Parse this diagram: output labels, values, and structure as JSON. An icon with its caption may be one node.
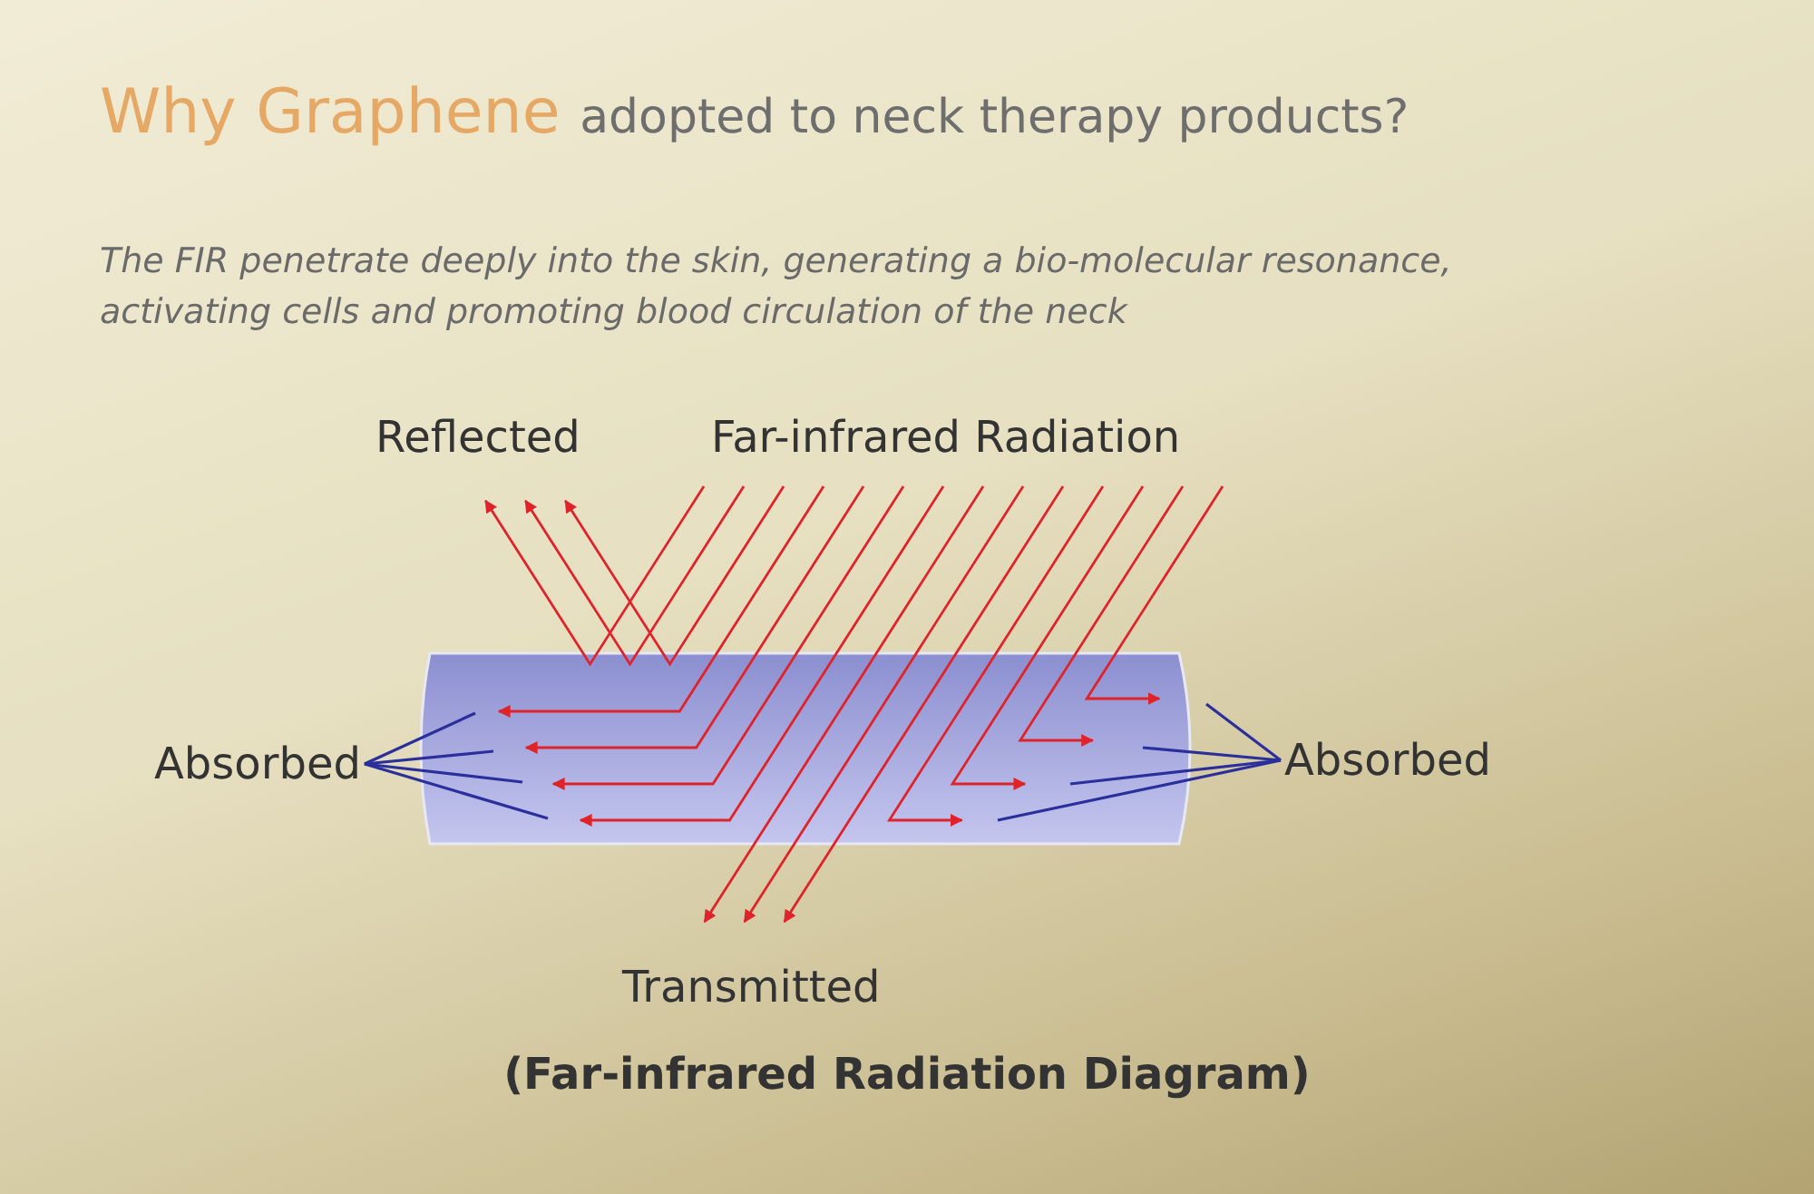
{
  "diagram": {
    "title": "Why Graphene adopted to neck therapy products?",
    "caption": "(Far-infrared Radiation Diagram)",
    "nodes": [
      {
        "text": [
          "Absorbed"
        ]
      },
      {
        "text": [
          "Absorbed"
        ]
      }
    ],
    "edges": [
      {
        "from": 0,
        "to": null,
        "arrow": "none"
      },
      {
        "from": 0,
        "to": null,
        "arrow": "none"
      },
      {
        "from": 0,
        "to": null,
        "arrow": "none"
      },
      {
        "from": 0,
        "to": null,
        "arrow": "none"
      },
      {
        "from": 1,
        "to": null,
        "arrow": "none"
      },
      {
        "from": 1,
        "to": null,
        "arrow": "none"
      },
      {
        "from": 1,
        "to": null,
        "arrow": "none"
      },
      {
        "from": 1,
        "to": null,
        "arrow": "none"
      }
    ],
    "labels": [
      "The FIR penetrate deeply into the skin, generating a bio-molecular resonance, activating cells and promoting blood circulation of the neck",
      "Reflected",
      "Far-infrared Radiation",
      "Transmitted"
    ]
  }
}
